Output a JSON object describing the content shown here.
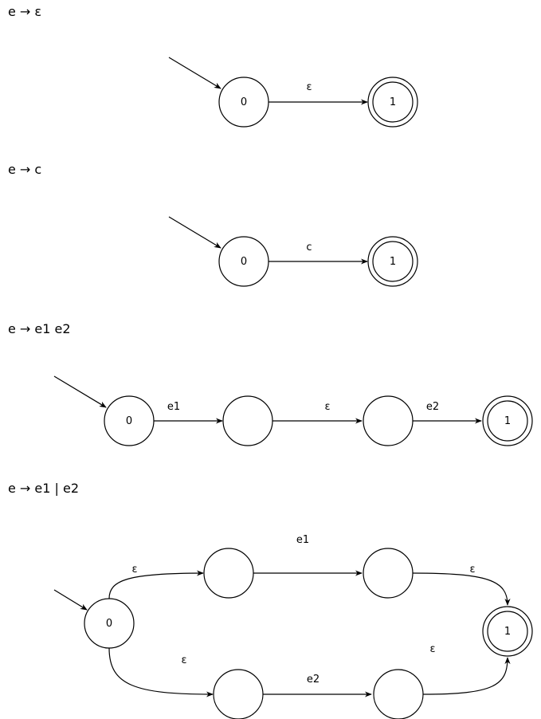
{
  "diagrams": [
    {
      "rule": "e → ε",
      "states": [
        "0",
        "1"
      ],
      "transitions": [
        "ε"
      ]
    },
    {
      "rule": "e → c",
      "states": [
        "0",
        "1"
      ],
      "transitions": [
        "c"
      ]
    },
    {
      "rule": "e → e1 e2",
      "states": [
        "0",
        "",
        "",
        "1"
      ],
      "transitions": [
        "e1",
        "ε",
        "e2"
      ]
    },
    {
      "rule": "e → e1 | e2",
      "states": [
        "0",
        "",
        "",
        "",
        "",
        "1"
      ],
      "transitions": [
        "ε",
        "e1",
        "ε",
        "ε",
        "e2",
        "ε"
      ]
    }
  ]
}
